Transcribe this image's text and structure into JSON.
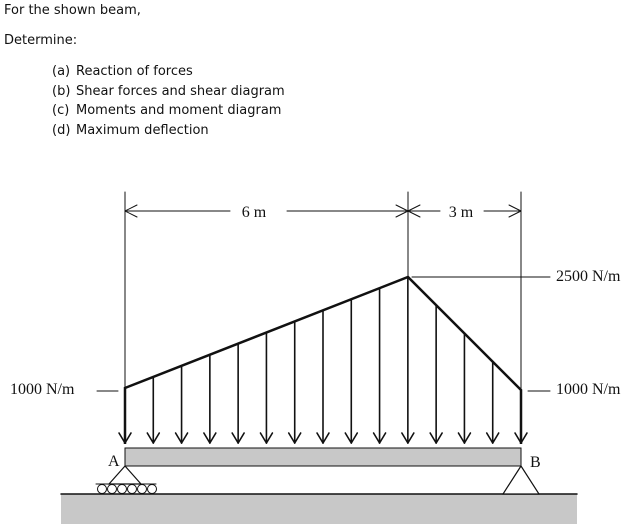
{
  "prompt": {
    "intro": "For the shown beam,",
    "determine": "Determine:",
    "tasks": [
      {
        "letter": "(a)",
        "text": "Reaction of forces"
      },
      {
        "letter": "(b)",
        "text": "Shear forces and shear diagram"
      },
      {
        "letter": "(c)",
        "text": "Moments and moment diagram"
      },
      {
        "letter": "(d)",
        "text": "Maximum deflection"
      }
    ]
  },
  "diagram": {
    "span_left": "6 m",
    "span_right": "3 m",
    "load_left": "1000 N/m",
    "load_peak": "2500 N/m",
    "load_right": "1000 N/m",
    "support_a": "A",
    "support_b": "B",
    "colors": {
      "line": "#111111",
      "beam_fill": "#c8c8c8",
      "ground_fill": "#c8c8c8"
    }
  }
}
